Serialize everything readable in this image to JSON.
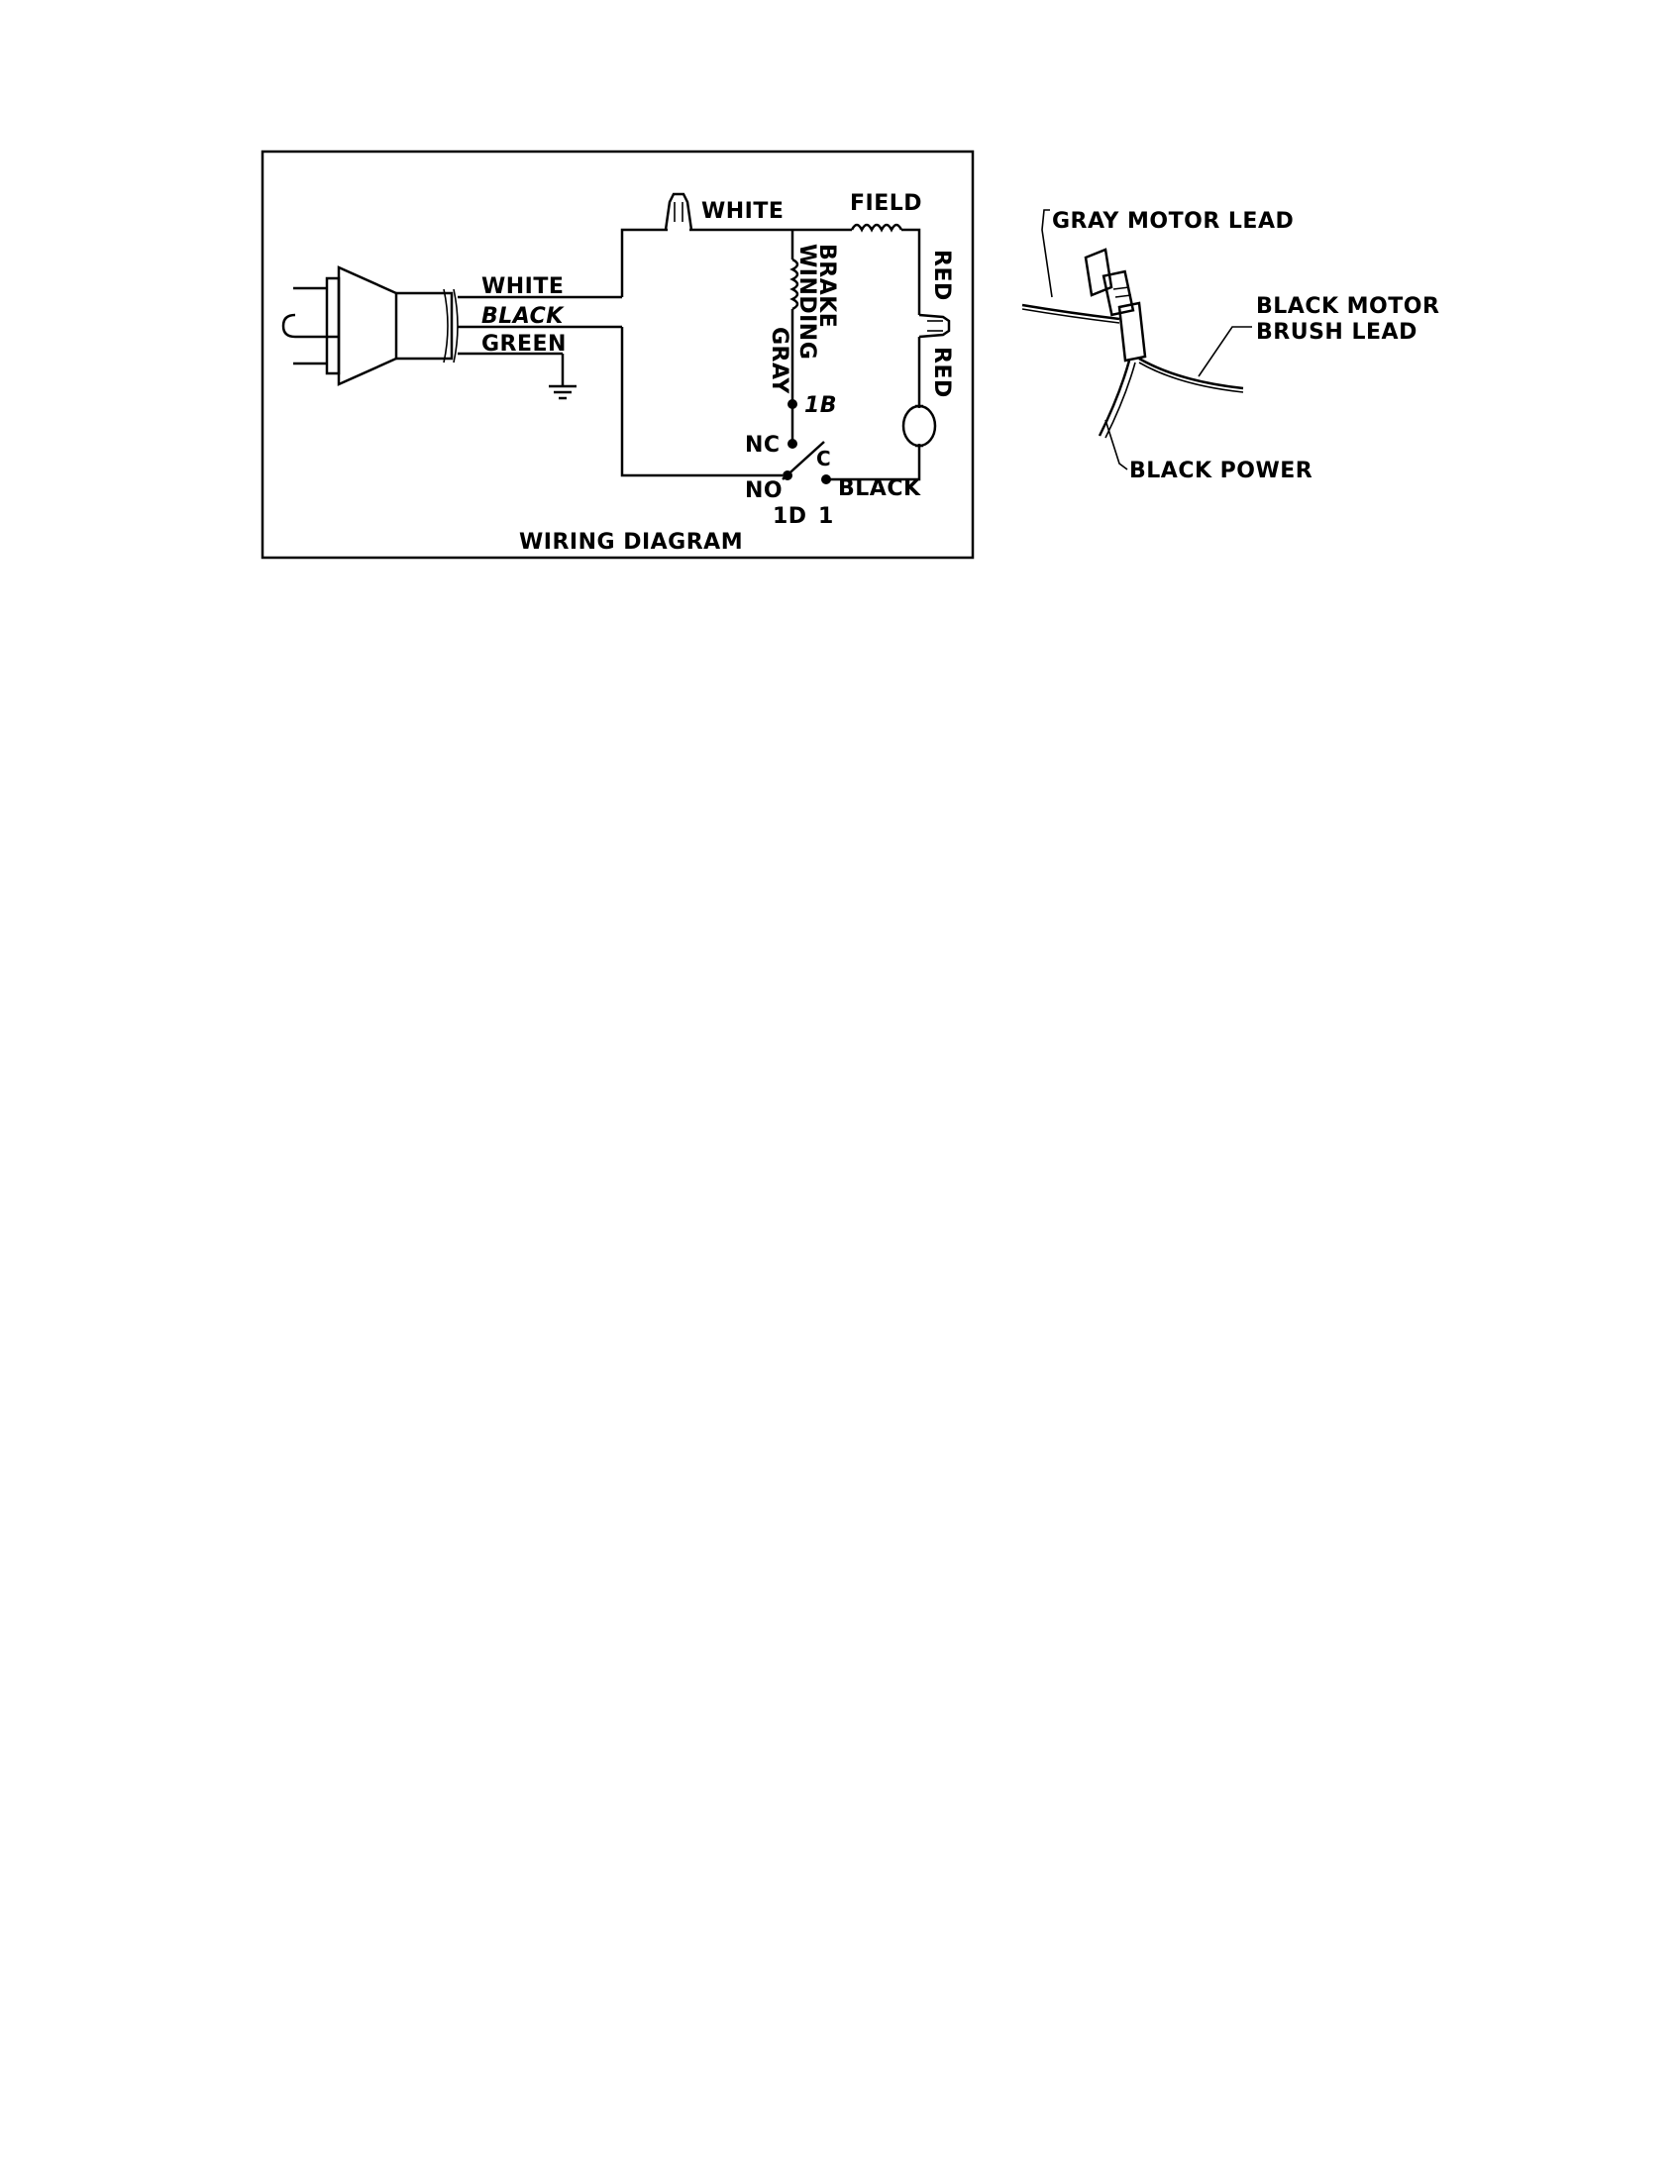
{
  "wiring_diagram": {
    "caption": "WIRING DIAGRAM",
    "cord": {
      "white": "WHITE",
      "black": "BLACK",
      "green": "GREEN"
    },
    "top_wire": "WHITE",
    "field": "FIELD",
    "brake_line1": "BRAKE",
    "brake_line2": "WINDING",
    "gray": "GRAY",
    "red_top": "RED",
    "red_bottom": "RED",
    "terminal_1b": "1B",
    "nc": "NC",
    "c": "C",
    "no": "NO",
    "black": "BLACK",
    "terminal_1d": "1D",
    "terminal_1": "1"
  },
  "switch_illustration": {
    "gray_lead": "GRAY MOTOR LEAD",
    "black_brush_line1": "BLACK MOTOR",
    "black_brush_line2": "BRUSH LEAD",
    "black_power": "BLACK POWER"
  }
}
